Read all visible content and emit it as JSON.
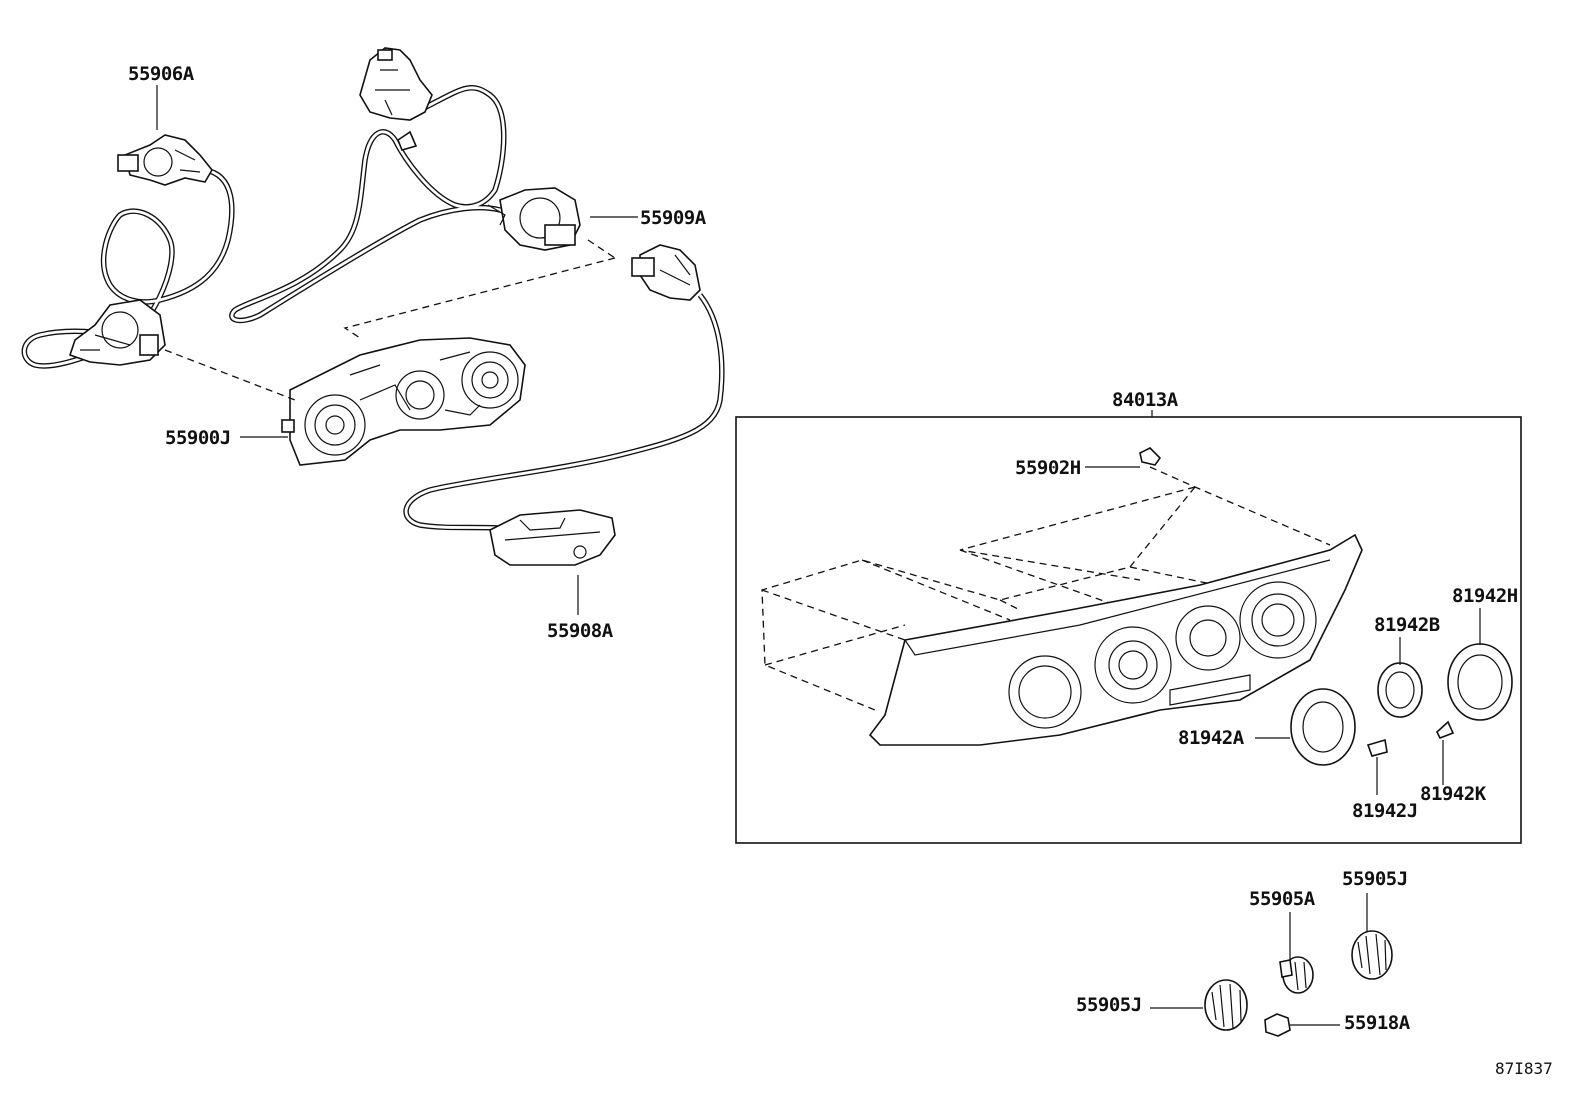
{
  "diagram": {
    "doc_number": "87I837",
    "parts": {
      "p55906A": "55906A",
      "p55909A": "55909A",
      "p55900J": "55900J",
      "p55908A": "55908A",
      "p84013A": "84013A",
      "p55902H": "55902H",
      "p81942H": "81942H",
      "p81942B": "81942B",
      "p81942A": "81942A",
      "p81942J": "81942J",
      "p81942K": "81942K",
      "p55905J_top": "55905J",
      "p55905A": "55905A",
      "p55905J_left": "55905J",
      "p55918A": "55918A"
    }
  }
}
